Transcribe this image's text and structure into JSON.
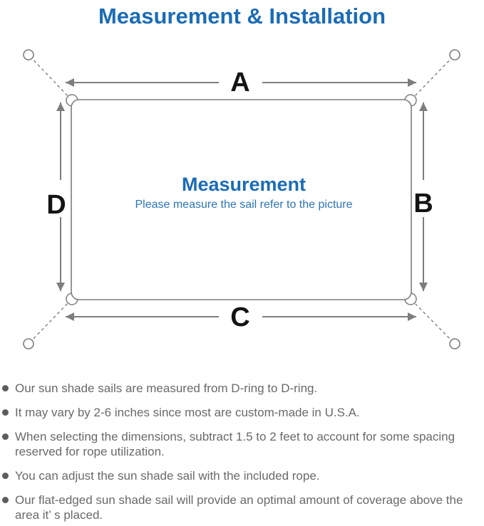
{
  "page": {
    "title": "Measurement & Installation",
    "accent_color": "#1b6cb5"
  },
  "diagram": {
    "center_title": "Measurement",
    "center_subtitle": "Please measure the sail refer to the picture",
    "labels": {
      "top": "A",
      "right": "B",
      "bottom": "C",
      "left": "D"
    },
    "line_color": "#7d7d7d",
    "letter_color": "#141414"
  },
  "notes": {
    "bullet_color": "#5d5d5d",
    "text_color": "#696969",
    "items": [
      "Our sun shade sails are measured from D-ring to D-ring.",
      "It may vary by 2-6 inches since most are custom-made in U.S.A.",
      "When selecting the dimensions, subtract 1.5 to 2 feet to account for some spacing reserved for rope utilization.",
      "You can adjust the sun shade sail with the included rope.",
      "Our flat-edged sun shade sail will provide an optimal amount of coverage above the area it’ s placed."
    ]
  }
}
